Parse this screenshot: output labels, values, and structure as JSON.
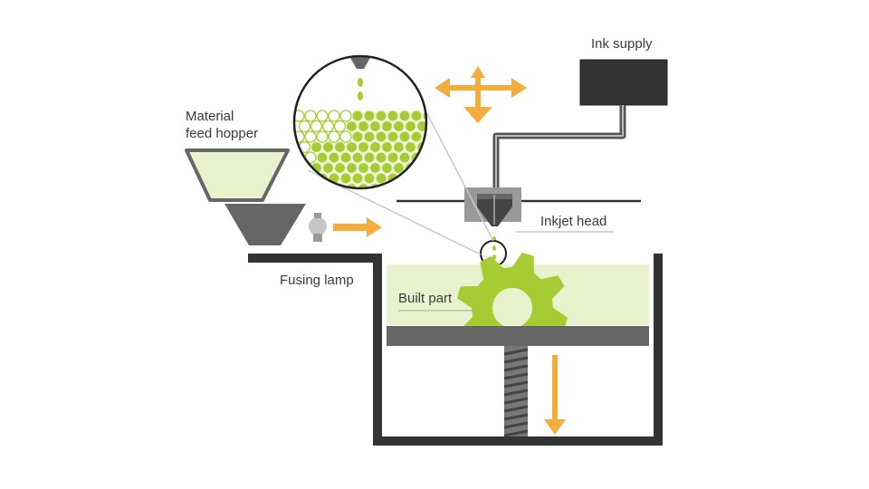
{
  "labels": {
    "ink_supply": "Ink supply",
    "material_feed_hopper_line1": "Material",
    "material_feed_hopper_line2": "feed hopper",
    "inkjet_head": "Inkjet head",
    "fusing_lamp": "Fusing lamp",
    "built_part": "Built part"
  },
  "colors": {
    "dark": "#333333",
    "mid_gray": "#666666",
    "light_gray": "#999999",
    "powder": "#e8f2cc",
    "green": "#a6cc33",
    "arrow": "#f3ad3c"
  },
  "icons": [
    "bulb-icon",
    "move-arrows-icon",
    "down-arrow-icon",
    "right-arrow-icon"
  ]
}
